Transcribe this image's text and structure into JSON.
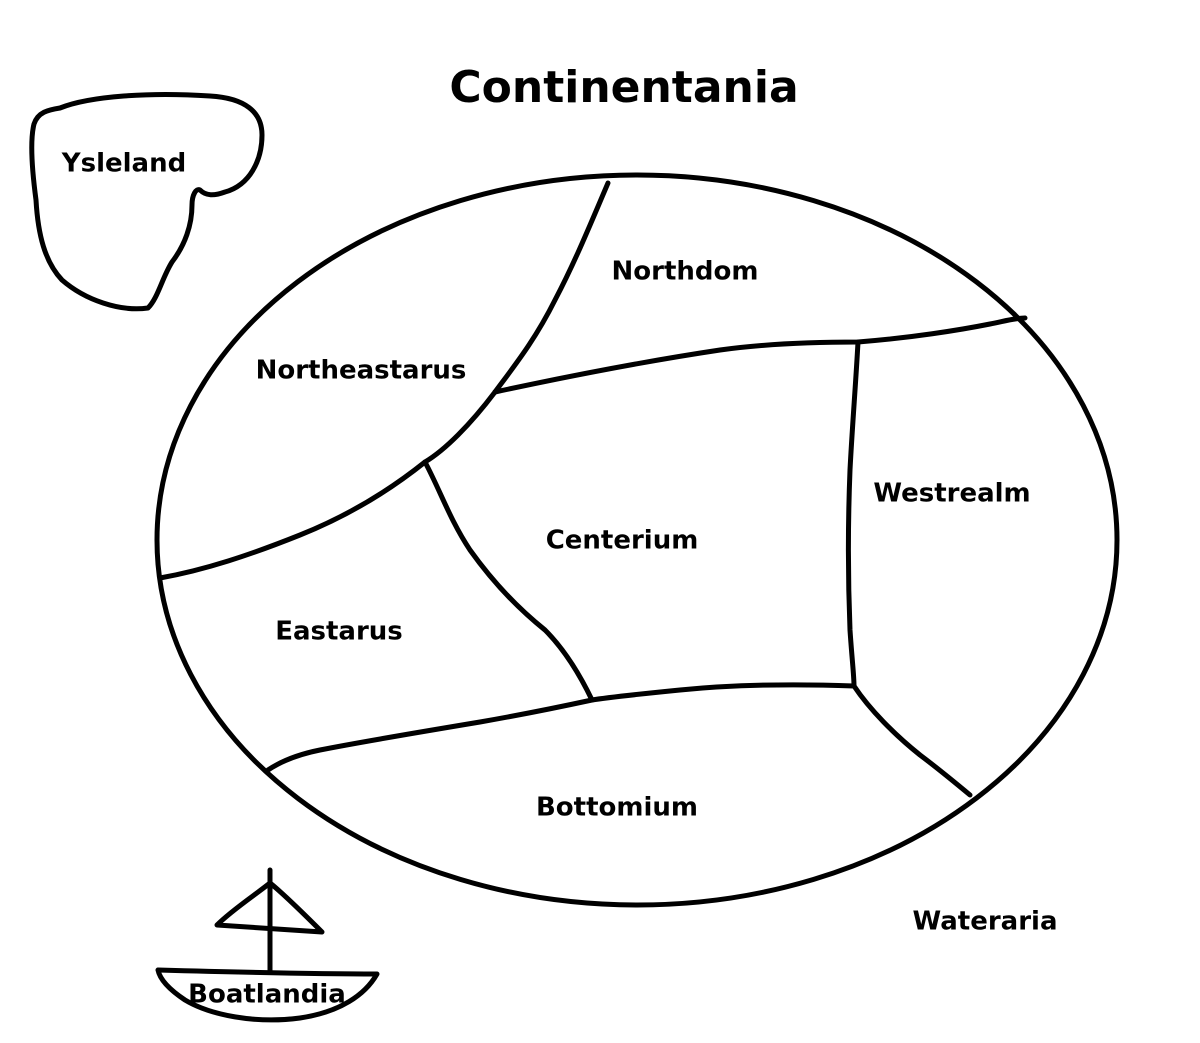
{
  "map": {
    "title": "Continentania",
    "regions": [
      {
        "id": "ysleland",
        "label": "Ysleland"
      },
      {
        "id": "northdom",
        "label": "Northdom"
      },
      {
        "id": "northeastarus",
        "label": "Northeastarus"
      },
      {
        "id": "westrealm",
        "label": "Westrealm"
      },
      {
        "id": "centerium",
        "label": "Centerium"
      },
      {
        "id": "eastarus",
        "label": "Eastarus"
      },
      {
        "id": "bottomium",
        "label": "Bottomium"
      },
      {
        "id": "wateraria",
        "label": "Wateraria"
      },
      {
        "id": "boatlandia",
        "label": "Boatlandia"
      }
    ]
  },
  "colors": {
    "ink": "#000000",
    "background": "#ffffff"
  }
}
